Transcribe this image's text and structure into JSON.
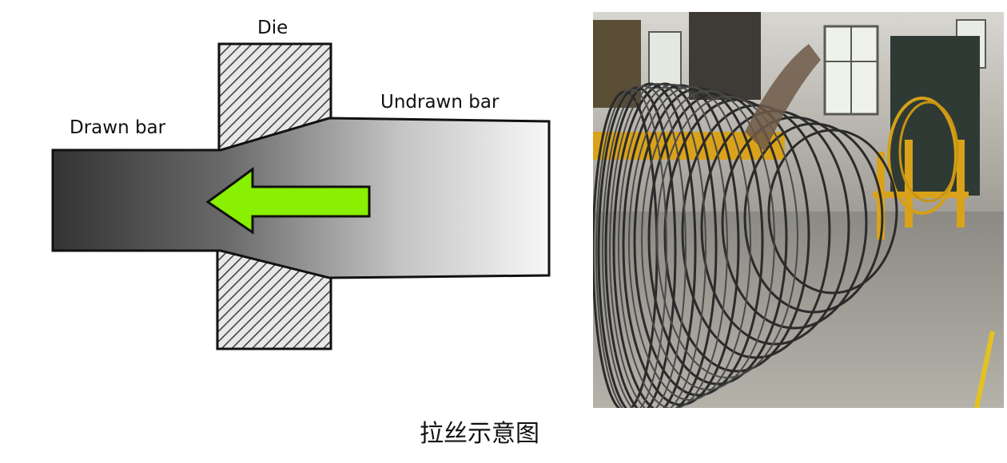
{
  "diagram": {
    "die_label": "Die",
    "drawn_bar_label": "Drawn bar",
    "undrawn_bar_label": "Undrawn bar",
    "colors": {
      "arrow": "#88f000",
      "bar_dark": "#3a3a3a",
      "bar_light": "#f2f2f2",
      "die_hatch": "#444444"
    }
  },
  "photo": {
    "subject": "coiled steel wire in factory"
  },
  "caption": "拉丝示意图"
}
